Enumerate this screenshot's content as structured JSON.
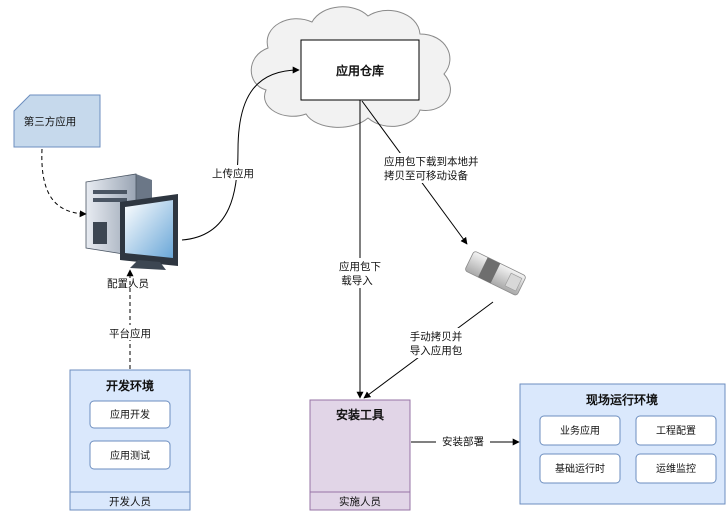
{
  "third_party": {
    "label": "第三方应用"
  },
  "repo": {
    "label": "应用仓库"
  },
  "config_person": {
    "label": "配置人员"
  },
  "dev_env": {
    "title": "开发环境",
    "items": [
      "应用开发",
      "应用测试"
    ],
    "footer": "开发人员"
  },
  "install_tool": {
    "title": "安装工具",
    "footer": "实施人员"
  },
  "site_env": {
    "title": "现场运行环境",
    "items": [
      "业务应用",
      "工程配置",
      "基础运行时",
      "运维监控"
    ]
  },
  "edges": {
    "upload": "上传应用",
    "platform_app": "平台应用",
    "download_line1": "应用包下",
    "download_line2": "载导入",
    "copy_line1": "应用包下载到本地并",
    "copy_line2": "拷贝至可移动设备",
    "manual_line1": "手动拷贝并",
    "manual_line2": "导入应用包",
    "deploy": "安装部署"
  },
  "colors": {
    "stroke": "#6c8ebf",
    "dev_fill": "#dae8fc",
    "install_fill": "#e1d5e7",
    "install_stroke": "#9673a6",
    "thirdparty_fill": "#c6d9ec",
    "cloud_fill": "#f2f2f2"
  }
}
